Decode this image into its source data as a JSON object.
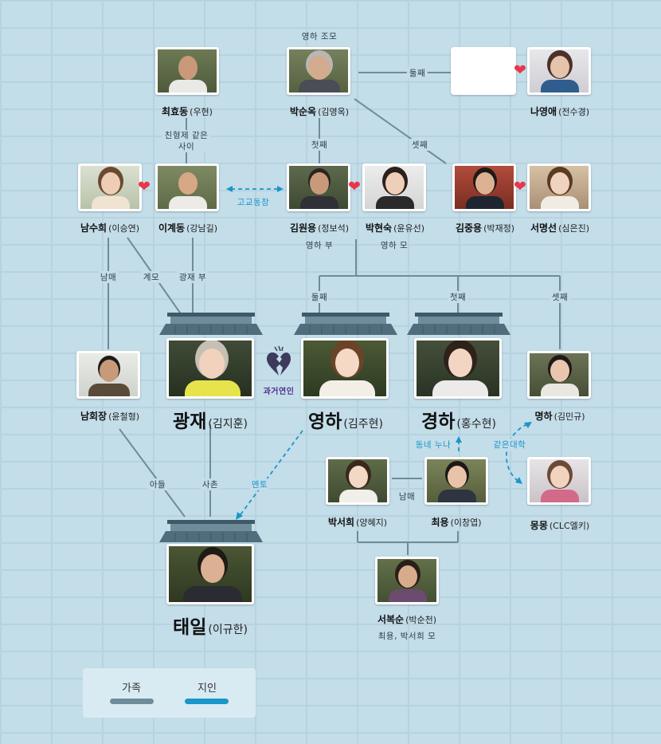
{
  "people": {
    "choi_hyodong": {
      "name": "최효동",
      "actor": "(우현)"
    },
    "park_sunok": {
      "name": "박순옥",
      "actor": "(김영옥)",
      "note": "영하 조모"
    },
    "na_youngae": {
      "name": "나영애",
      "actor": "(전수경)"
    },
    "nam_suhee": {
      "name": "남수희",
      "actor": "(이승연)"
    },
    "lee_gyedong": {
      "name": "이계동",
      "actor": "(강남길)"
    },
    "kim_wonyong": {
      "name": "김원용",
      "actor": "(정보석)",
      "note": "영하 부"
    },
    "park_hyunsuk": {
      "name": "박현숙",
      "actor": "(윤유선)",
      "note": "영하 모"
    },
    "kim_jungyong": {
      "name": "김중용",
      "actor": "(박재정)"
    },
    "seo_myungsun": {
      "name": "서명선",
      "actor": "(심은진)"
    },
    "nam_hoejang": {
      "name": "남회장",
      "actor": "(윤철형)"
    },
    "gwangjae": {
      "name": "광재",
      "actor": "(김지훈)"
    },
    "youngha": {
      "name": "영하",
      "actor": "(김주현)"
    },
    "kyungha": {
      "name": "경하",
      "actor": "(홍수현)"
    },
    "myungha": {
      "name": "명하",
      "actor": "(김민규)"
    },
    "park_seohee": {
      "name": "박서희",
      "actor": "(양혜지)"
    },
    "choi_yong": {
      "name": "최용",
      "actor": "(이창엽)"
    },
    "mongmong": {
      "name": "몽몽",
      "actor": "(CLC엘키)"
    },
    "taeil": {
      "name": "태일",
      "actor": "(이규한)"
    },
    "seo_boksun": {
      "name": "서복순",
      "actor": "(박순천)",
      "note": "최용, 박서희 모"
    }
  },
  "relations": {
    "second_a": "둘째",
    "brothers": "친형제 같은 사이",
    "first_a": "첫째",
    "third_a": "셋째",
    "highschool": "고교동창",
    "siblings_a": "남매",
    "stepmother": "계모",
    "father_of_gwangjae": "광재 부",
    "second_b": "둘째",
    "first_b": "첫째",
    "third_b": "셋째",
    "ex_lover": "과거연인",
    "son": "아들",
    "boss": "사촌",
    "mentor": "멘토",
    "neighbor_noona": "동네 누나",
    "same_college": "같은대학",
    "siblings_b": "남매"
  },
  "legend": {
    "family": "가족",
    "acquaintance": "지인"
  },
  "colors": {
    "family_line": "#6f8c9a",
    "acquaintance_line": "#1a96c9",
    "roof": "#4f6d7c",
    "heart": "#e8364a",
    "background": "#c3dde9"
  }
}
